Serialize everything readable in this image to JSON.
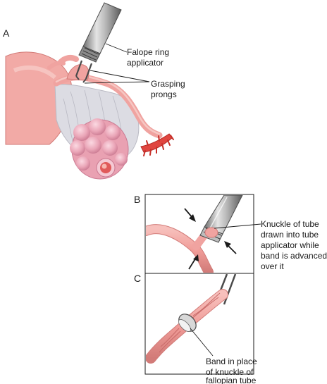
{
  "panels": {
    "a": {
      "letter": "A"
    },
    "b": {
      "letter": "B"
    },
    "c": {
      "letter": "C"
    }
  },
  "labels": {
    "falope_ring": [
      "Falope ring",
      "applicator"
    ],
    "grasping": [
      "Grasping",
      "prongs"
    ],
    "knuckle": [
      "Knuckle of tube",
      "drawn into tube",
      "applicator while",
      "band is advanced",
      "over it"
    ],
    "band": [
      "Band in place",
      "of knuckle of",
      "fallopian tube"
    ]
  },
  "colors": {
    "tissue": "#f0a3a0",
    "tissue_dark": "#d9807e",
    "tissue_light": "#f7c4c0",
    "ovary": "#e9a1b2",
    "ovary_light": "#f5c9d4",
    "ligament": "#d9d9df",
    "fimbria": "#e0453f",
    "instrument": "#9a9a9a",
    "instrument_dark": "#4a4a4a",
    "ink": "#1a1a1a"
  }
}
